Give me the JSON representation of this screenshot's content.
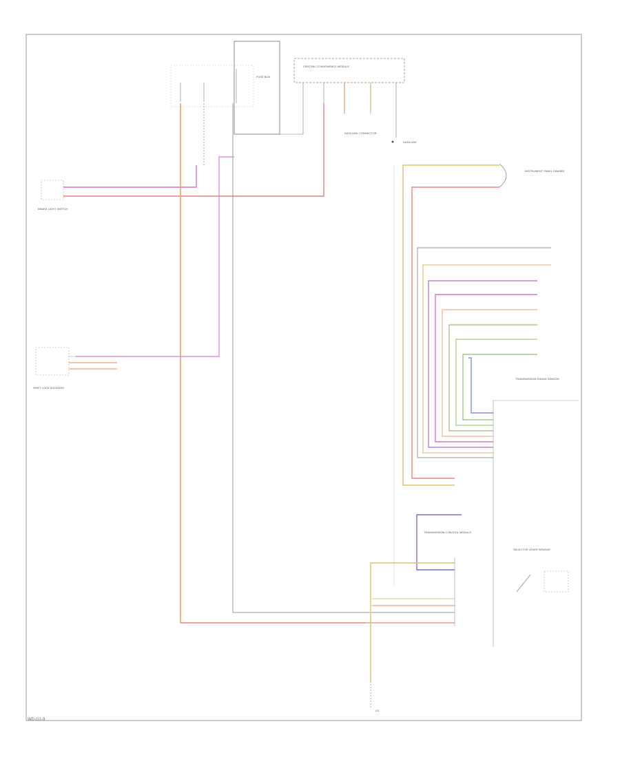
{
  "diagram": {
    "footer_code": "WD-G1-9",
    "components": {
      "brake_light_switch": "BRAKE LIGHT SWITCH",
      "fuse_box": "FUSE BOX",
      "ccm": "CENTRAL CONVENIENCE MODULE",
      "data_link": "DATA LINK CONNECTOR",
      "dimmer": "INSTRUMENT PANEL DIMMER",
      "trans_range": "TRANSMISSION RANGE SENSOR",
      "tcm": "TRANSMISSION CONTROL MODULE",
      "selector": "SELECTOR LEVER SENSOR",
      "shift_lock": "SHIFT LOCK SOLENOID"
    },
    "grounds": [
      "G1"
    ]
  }
}
